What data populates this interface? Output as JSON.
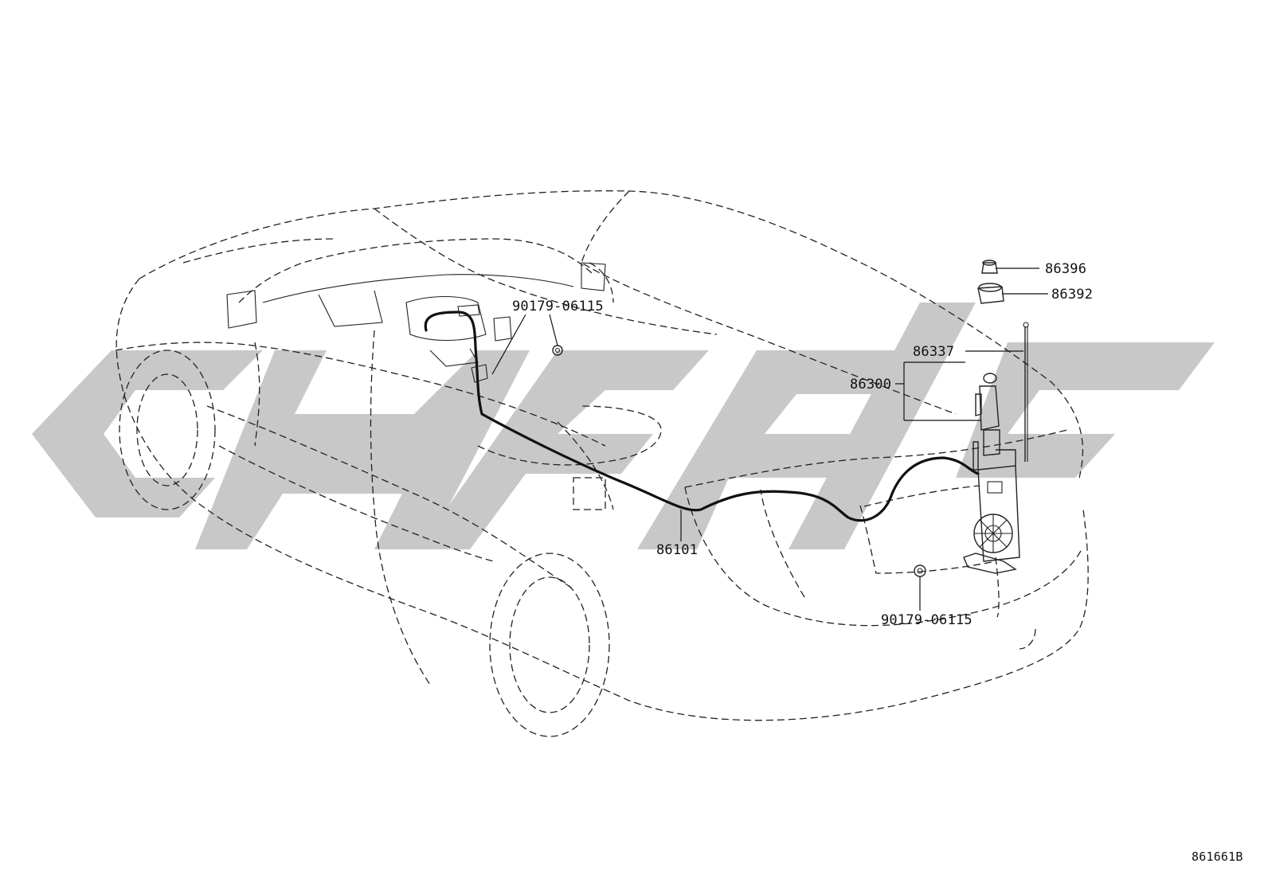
{
  "diagram": {
    "callouts": {
      "p86396": "86396",
      "p86392": "86392",
      "p86337": "86337",
      "p86300": "86300",
      "p86101": "86101",
      "nut_upper": "90179-06115",
      "nut_lower": "90179-06115"
    },
    "figure_code": "861661B"
  }
}
